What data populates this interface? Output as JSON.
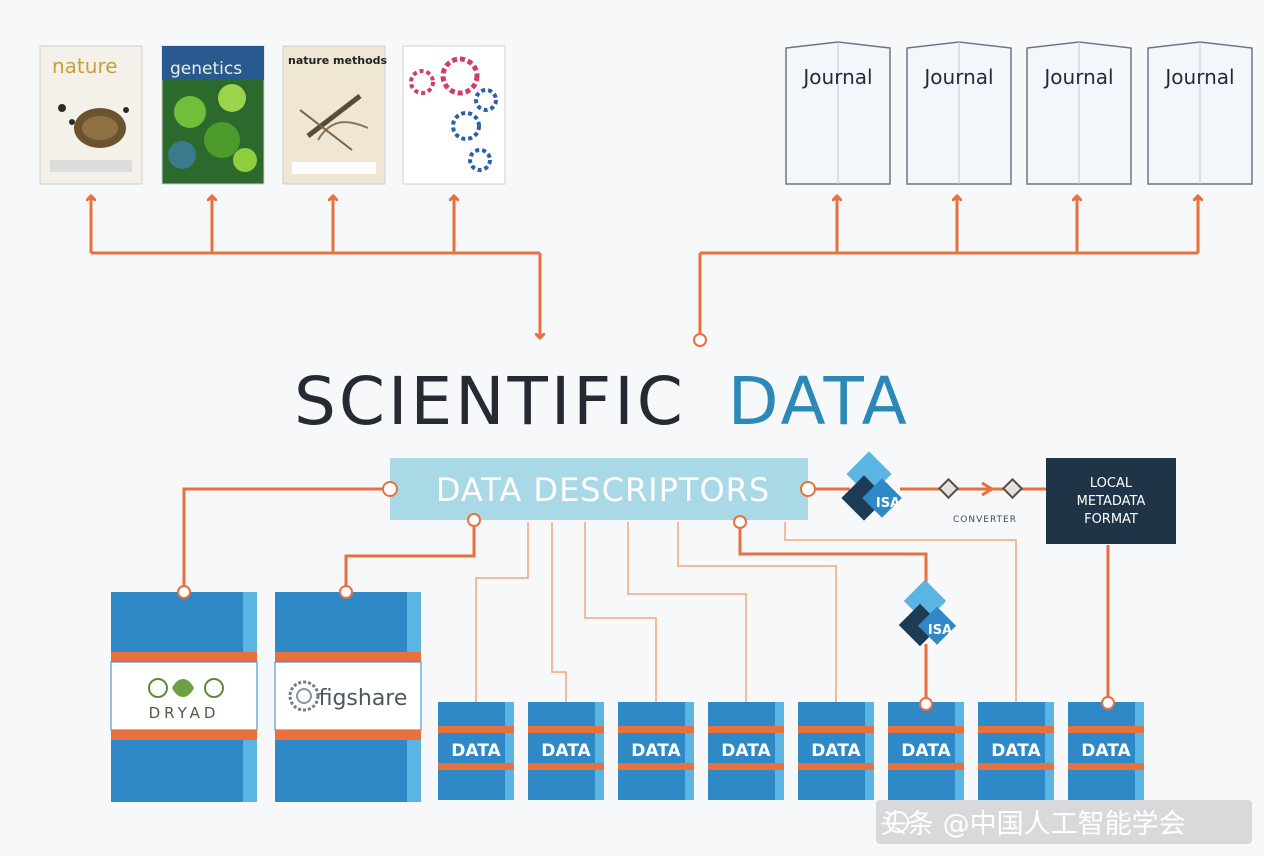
{
  "title": {
    "part1": "SCIENTIFIC",
    "part2": "DATA"
  },
  "descriptor": {
    "label": "DATA DESCRIPTORS"
  },
  "covers": [
    {
      "name": "nature",
      "label": "nature"
    },
    {
      "name": "nature-genetics",
      "label": "genetics"
    },
    {
      "name": "nature-methods",
      "label": "nature methods"
    },
    {
      "name": "gears-journal",
      "label": ""
    }
  ],
  "journals": [
    "Journal",
    "Journal",
    "Journal",
    "Journal"
  ],
  "isa": {
    "label": "ISA"
  },
  "converter": {
    "label": "CONVERTER"
  },
  "local_format": {
    "line1": "LOCAL",
    "line2": "METADATA",
    "line3": "FORMAT"
  },
  "repositories": [
    {
      "name": "dryad",
      "label": "DRYAD"
    },
    {
      "name": "figshare",
      "label": "figshare"
    }
  ],
  "data_stacks": [
    "DATA",
    "DATA",
    "DATA",
    "DATA",
    "DATA",
    "DATA",
    "DATA",
    "DATA"
  ],
  "watermark": {
    "text": "头条 @中国人工智能学会"
  },
  "colors": {
    "orange": "#e8703f",
    "thin_orange": "#f0a77c",
    "blue": "#2e89c6",
    "light_blue": "#5bb5e3",
    "descriptor_bg": "#a9d8e6",
    "navy": "#1d3b55",
    "dark_box": "#203447"
  }
}
